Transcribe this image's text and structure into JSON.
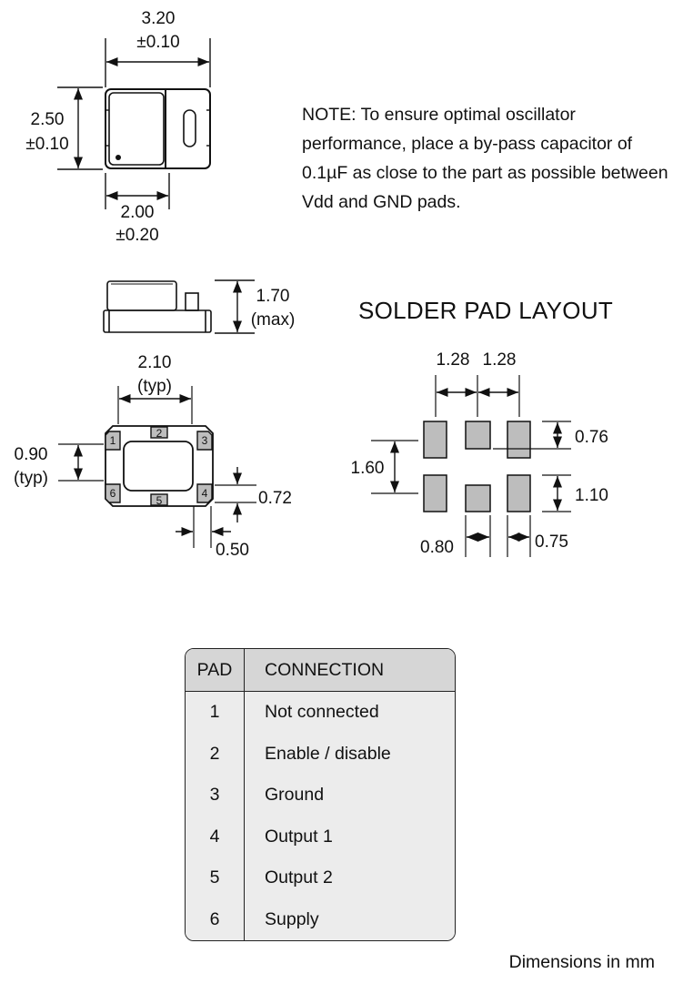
{
  "top_view": {
    "width_value": "3.20",
    "width_tol": "±0.10",
    "height_value": "2.50",
    "height_tol": "±0.10",
    "body_value": "2.00",
    "body_tol": "±0.20"
  },
  "note": "NOTE: To ensure optimal oscillator performance, place a by-pass capacitor of 0.1µF as close to the part as possible between Vdd and GND pads.",
  "side_view": {
    "height_value": "1.70",
    "height_note": "(max)"
  },
  "bottom_view": {
    "span_value": "2.10",
    "span_note": "(typ)",
    "pitch_value": "0.90",
    "pitch_note": "(typ)",
    "pad_height": "0.72",
    "pad_width": "0.50",
    "pad_numbers": [
      "1",
      "2",
      "3",
      "4",
      "5",
      "6"
    ]
  },
  "solder_pad": {
    "title": "SOLDER PAD LAYOUT",
    "pitch_left": "1.28",
    "pitch_right": "1.28",
    "row_pitch": "1.60",
    "top_pad_height": "0.76",
    "bottom_pad_height": "1.10",
    "center_pad_width": "0.80",
    "side_pad_width": "0.75"
  },
  "pin_table": {
    "headers": [
      "PAD",
      "CONNECTION"
    ],
    "rows": [
      {
        "pad": "1",
        "connection": "Not connected"
      },
      {
        "pad": "2",
        "connection": "Enable / disable"
      },
      {
        "pad": "3",
        "connection": "Ground"
      },
      {
        "pad": "4",
        "connection": "Output 1"
      },
      {
        "pad": "5",
        "connection": "Output 2"
      },
      {
        "pad": "6",
        "connection": "Supply"
      }
    ]
  },
  "footnote": "Dimensions in mm",
  "colors": {
    "pad_fill": "#bdbdbd",
    "table_body": "#ececec",
    "table_header": "#d6d6d6",
    "line": "#111111"
  }
}
